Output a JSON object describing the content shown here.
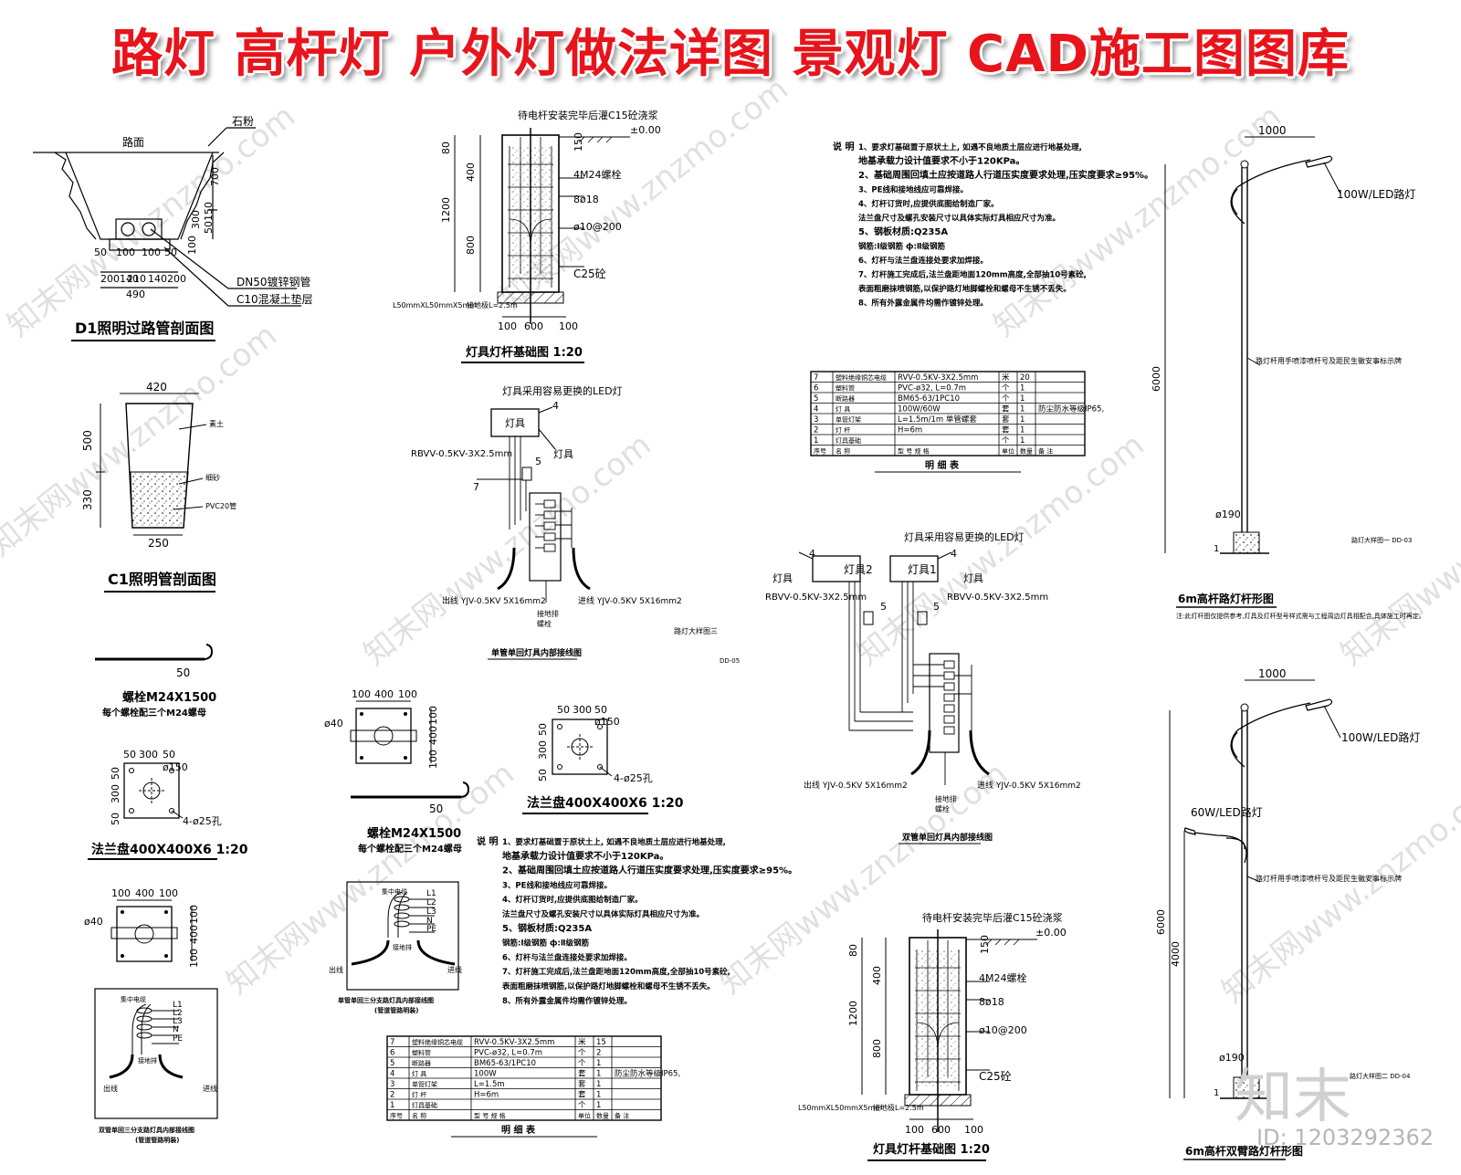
{
  "title": "路灯 高杆灯 户外灯做法详图 景观灯 CAD施工图图库",
  "watermark": "知末网www.znzmo.com",
  "logo": "知末",
  "id_label": "ID: 1203292362",
  "d1": {
    "road": "路面",
    "stone": "石粉",
    "pipe": "DN50镀锌钢管",
    "cushion": "C10混凝土垫层",
    "title": "D1照明过路管剖面图",
    "dims": [
      "700",
      "300",
      "50150",
      "100",
      "50",
      "100",
      "100",
      "50",
      "200140",
      "210",
      "140200",
      "490"
    ]
  },
  "c1": {
    "title": "C1照明管剖面图",
    "top": "420",
    "bottom": "250",
    "h1": "500",
    "h2": "330",
    "l1": "素土",
    "l2": "细砂",
    "l3": "PVC20管"
  },
  "bolt_left": {
    "hook": "50",
    "name": "螺栓M24X1500",
    "note": "每个螺栓配三个M24螺母"
  },
  "flange_left": {
    "d": [
      "50",
      "300",
      "50"
    ],
    "circ": "ø150",
    "v": [
      "50",
      "300",
      "50"
    ],
    "hole": "4-ø25孔",
    "title": "法兰盘400X400X6  1:20"
  },
  "plate_left": {
    "d": [
      "100",
      "400",
      "100"
    ],
    "dia": "ø40",
    "v": [
      "100",
      "400",
      "100"
    ]
  },
  "wiring_left": {
    "labels": [
      "L1",
      "L2",
      "L3",
      "N",
      "PE"
    ],
    "top": "集中电缆",
    "ground": "接地排",
    "out": "出线",
    "in": "进线",
    "title": "双管单回三分支路灯具内部接线图",
    "sub": "(管道管路明装)"
  },
  "foundation_top": {
    "top_note": "待电杆安装完毕后灌C15砼浇浆",
    "level": "±0.00",
    "bolts": "4M24螺栓",
    "rebar1": "8ø18",
    "rebar2": "ø10@200",
    "concrete": "C25砼",
    "angle": "L50mmXL50mmX5mm",
    "ground_rod": "接地极L=2.5m",
    "widths": [
      "100",
      "600",
      "100"
    ],
    "heights": [
      "80",
      "400",
      "1200",
      "800"
    ],
    "r150": "150",
    "title": "灯具灯杆基础图  1:20"
  },
  "wiring_single": {
    "top": "灯具采用容易更换的LED灯",
    "lamp": "灯具",
    "cable": "RBVV-0.5KV-3X2.5mm",
    "n4": "4",
    "n5": "5",
    "n7": "7",
    "out": "出线  YJV-0.5KV  5X16mm2",
    "in": "进线  YJV-0.5KV  5X16mm2",
    "ground": "接地排",
    "ground2": "螺栓",
    "title": "单管单回灯具内部接线图",
    "code1": "路灯大样图三",
    "code2": "DD-05"
  },
  "plate_mid": {
    "d": [
      "100",
      "400",
      "100"
    ],
    "dia": "ø40",
    "v": [
      "100",
      "400",
      "100"
    ]
  },
  "flange_mid": {
    "d": [
      "50",
      "300",
      "50"
    ],
    "circ": "ø150",
    "v": [
      "50",
      "300",
      "50"
    ],
    "hole": "4-ø25孔",
    "title": "法兰盘400X400X6  1:20"
  },
  "bolt_mid": {
    "hook": "50",
    "name": "螺栓M24X1500",
    "note": "每个螺栓配三个M24螺母"
  },
  "wiring_mid": {
    "labels": [
      "L1",
      "L2",
      "L3",
      "N",
      "PE"
    ],
    "top": "集中电缆",
    "ground": "接地排",
    "out": "出线",
    "in": "进线",
    "title": "单管单回三分支路灯具内部接线图",
    "sub": "(管道管路明装)"
  },
  "notes": {
    "head": "说 明",
    "lines": [
      "1、要求灯基础置于原状土上,   如遇不良地质土层应进行地基处理,",
      "    地基承载力设计值要求不小于120KPa。",
      "2、基础周围回填土应按道路人行道压实度要求处理,压实度要求≥95%。",
      "3、PE线和接地线应可靠焊接。",
      "4、灯杆订货时,应提供底图给制造厂家。",
      "    法兰盘尺寸及螺孔安装尺寸以具体实际灯具相应尺寸为准。",
      "5、钢板材质:Q235A",
      "    钢筋:Ⅰ级钢筋 ф:Ⅱ级钢筋",
      "6、灯杆与法兰盘连接处要求加焊接。",
      "7、灯杆施工完成后,法兰盘距地面120mm高度,全部抽10号素砼,",
      "    表面粗磨抹喷钢筋,以保护路灯地脚螺栓和螺母不生锈不丢失。",
      "8、所有外露金属件均需作镀锌处理。"
    ]
  },
  "table_top": {
    "rows": [
      [
        "7",
        "塑料绝缘铜芯电缆",
        "RVV-0.5KV-3X2.5mm",
        "米",
        "20",
        ""
      ],
      [
        "6",
        "塑料管",
        "PVC-ø32, L=0.7m",
        "个",
        "1",
        ""
      ],
      [
        "5",
        "断路器",
        "BM65-63/1PC10",
        "个",
        "1",
        ""
      ],
      [
        "4",
        "灯  具",
        "100W/60W",
        "套",
        "1",
        "防尘防水等级IP65,"
      ],
      [
        "3",
        "单管灯架",
        "L=1.5m/1m 单管螺套",
        "套",
        "1",
        ""
      ],
      [
        "2",
        "灯  杆",
        "H=6m",
        "套",
        "1",
        ""
      ],
      [
        "1",
        "灯具基础",
        "",
        "个",
        "1",
        ""
      ]
    ],
    "header": [
      "序号",
      "名  称",
      "型  号  规  格",
      "单位",
      "数量",
      "备  注"
    ],
    "title": "明  细  表"
  },
  "table_bot": {
    "rows": [
      [
        "7",
        "塑料绝缘铜芯电缆",
        "RVV-0.5KV-3X2.5mm",
        "米",
        "15",
        ""
      ],
      [
        "6",
        "塑料管",
        "PVC-ø32, L=0.7m",
        "个",
        "2",
        ""
      ],
      [
        "5",
        "断路器",
        "BM65-63/1PC10",
        "个",
        "1",
        ""
      ],
      [
        "4",
        "灯  具",
        "100W",
        "套",
        "1",
        "防尘防水等级IP65,"
      ],
      [
        "3",
        "单管灯架",
        "L=1.5m",
        "套",
        "1",
        ""
      ],
      [
        "2",
        "灯  杆",
        "H=6m",
        "套",
        "1",
        ""
      ],
      [
        "1",
        "灯具基础",
        "",
        "个",
        "1",
        ""
      ]
    ],
    "header": [
      "序号",
      "名  称",
      "型  号  规  格",
      "单位",
      "数量",
      "备  注"
    ],
    "title": "明  细  表"
  },
  "wiring_double": {
    "top": "灯具采用容易更换的LED灯",
    "lamp2": "灯具2",
    "lamp1": "灯具1",
    "lampL": "灯具",
    "lampR": "灯具",
    "cableL": "RBVV-0.5KV-3X2.5mm",
    "cableR": "RBVV-0.5KV-3X2.5mm",
    "n4": "4",
    "n5": "5",
    "out": "出线  YJV-0.5KV  5X16mm2",
    "in": "进线  YJV-0.5KV  5X16mm2",
    "ground": "接地排",
    "ground2": "螺栓",
    "title": "双管单回灯具内部接线图"
  },
  "foundation_bot": {
    "top_note": "待电杆安装完毕后灌C15砼浇浆",
    "level": "±0.00",
    "bolts": "4M24螺栓",
    "rebar1": "8ø18",
    "rebar2": "ø10@200",
    "concrete": "C25砼",
    "angle": "L50mmXL50mmX5mm",
    "ground_rod": "接地极L=2.5m",
    "widths": [
      "100",
      "600",
      "100"
    ],
    "heights": [
      "80",
      "400",
      "1200",
      "800"
    ],
    "r150": "150",
    "title": "灯具灯杆基础图  1:20"
  },
  "pole_single": {
    "arm": "1000",
    "lamp": "100W/LED路灯",
    "height": "6000",
    "base": "ø190",
    "n1": "1",
    "mark": "路灯杆用手喷漆喷杆号及距民生徽安事标示牌",
    "code": "路灯大样图一  DD-03",
    "title": "6m高杆路灯杆形图",
    "note": "注:此灯杆图仅提供参考,灯具及灯杆型号样式需与工程周边灯具相配合,具体施工时再定。"
  },
  "pole_double": {
    "arm": "1000",
    "lamp1": "100W/LED路灯",
    "lamp2": "60W/LED路灯",
    "height": "6000",
    "height2": "4000",
    "base": "ø190",
    "n1": "1",
    "mark": "路灯杆用手喷漆喷杆号及距民生徽安事标示牌",
    "code": "路灯大样图二  DD-04",
    "title": "6m高杆双臂路灯杆形图"
  }
}
